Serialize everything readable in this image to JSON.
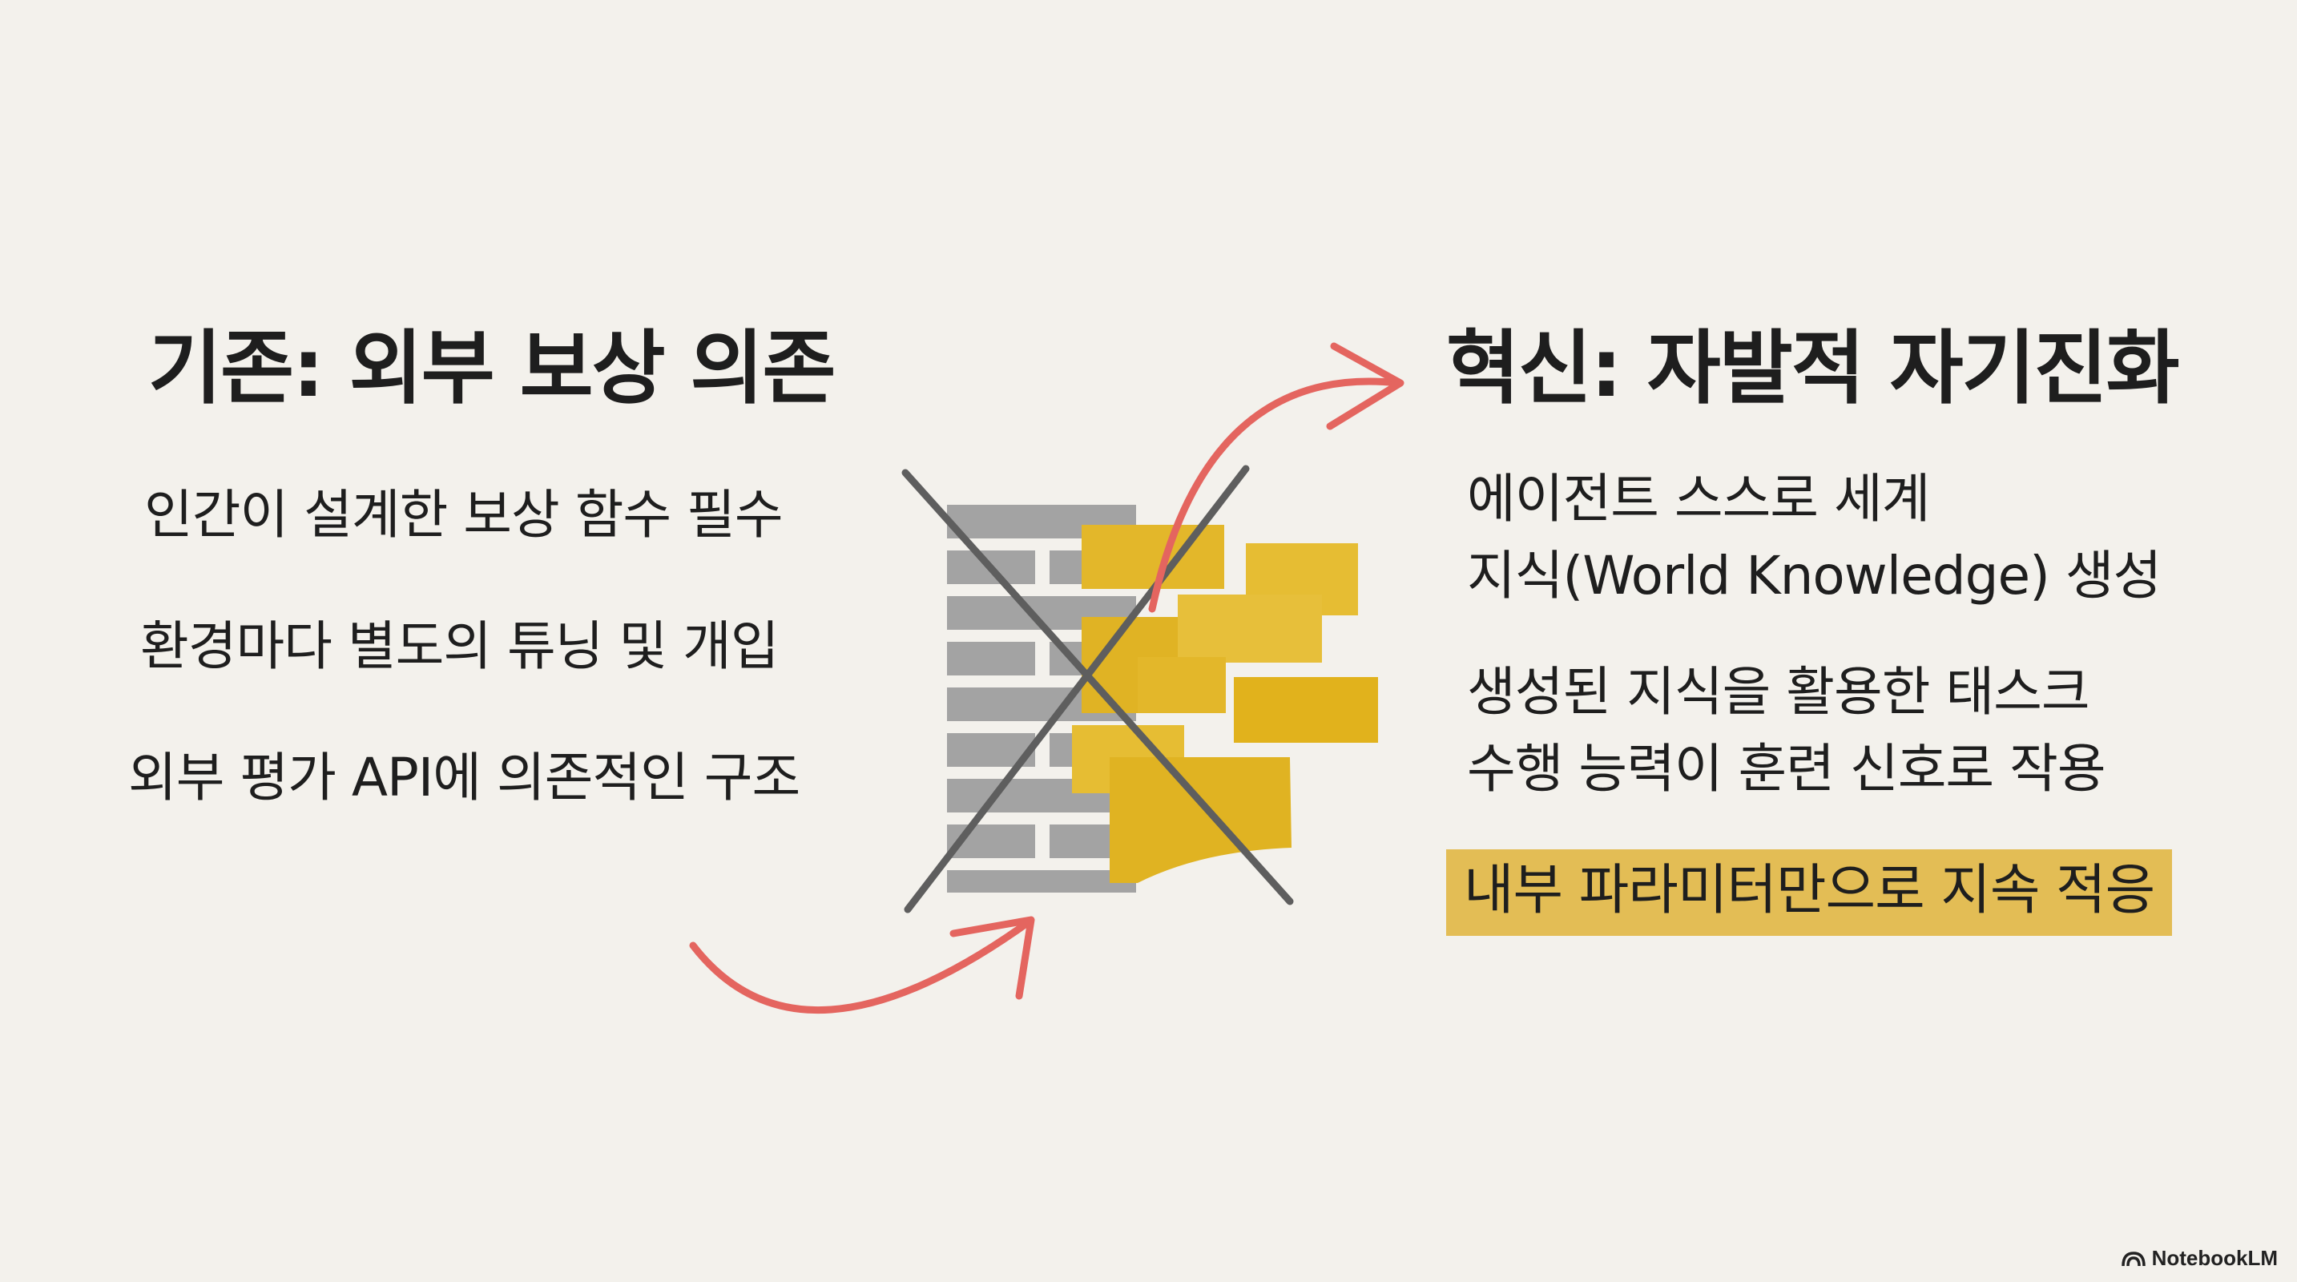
{
  "left": {
    "heading": "기존: 외부 보상 의존",
    "items": [
      "인간이 설계한 보상 함수 필수",
      "환경마다 별도의 튜닝 및 개입",
      "외부 평가 API에 의존적인 구조"
    ]
  },
  "right": {
    "heading": "혁신: 자발적 자기진화",
    "items": [
      "에이전트 스스로 세계\n지식(World Knowledge) 생성",
      "생성된 지식을 활용한 태스크\n수행 능력이 훈련 신호로 작용"
    ],
    "highlight": "내부 파라미터만으로 지속 적응"
  },
  "branding": {
    "logo_text": "NotebookLM"
  },
  "colors": {
    "background": "#f3f1ec",
    "gray_block": "#a3a3a3",
    "yellow_block": "#e1b51e",
    "highlight": "#e3bd55",
    "arrow": "#e4655f",
    "cross": "#5e5e5e"
  }
}
